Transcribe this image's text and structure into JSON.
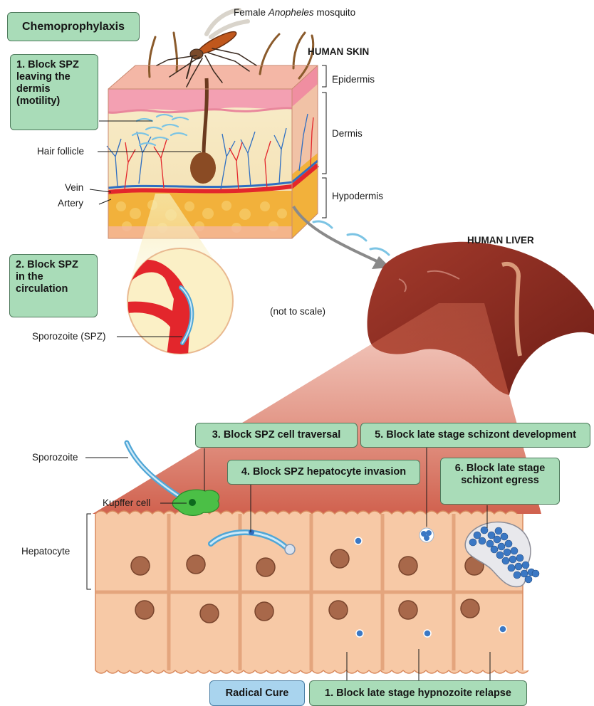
{
  "title": "Chemoprophylaxis",
  "regions": {
    "skin_title": "HUMAN SKIN",
    "liver_title": "HUMAN LIVER",
    "scale_note": "(not to scale)"
  },
  "mosquito": {
    "prefix": "Female ",
    "genus": "Anopheles",
    "suffix": " mosquito"
  },
  "skin_layers": [
    "Epidermis",
    "Dermis",
    "Hypodermis"
  ],
  "skin_labels": {
    "hair_follicle": "Hair follicle",
    "vein": "Vein",
    "artery": "Artery",
    "sporozoite_spz": "Sporozoite (SPZ)"
  },
  "liver_labels": {
    "sporozoite": "Sporozoite",
    "kupffer": "Kupffer cell",
    "hepatocyte": "Hepatocyte"
  },
  "steps": {
    "s1": "1. Block SPZ\nleaving the\ndermis\n(motility)",
    "s2": "2. Block SPZ\nin the\ncirculation",
    "s3": "3. Block SPZ cell traversal",
    "s4": "4. Block SPZ hepatocyte invasion",
    "s5": "5. Block late stage schizont development",
    "s6": "6. Block late stage\nschizont egress"
  },
  "radical_cure": {
    "label": "Radical Cure",
    "step": "1. Block late stage hypnozoite relapse"
  },
  "colors": {
    "box_green": "#a9dcb8",
    "box_blue": "#a9d4ee",
    "artery_red": "#e3262c",
    "liver": "#8c2a1f",
    "hepatocyte": "#f7c9a6",
    "parasite_blue": "#3b78c4"
  }
}
